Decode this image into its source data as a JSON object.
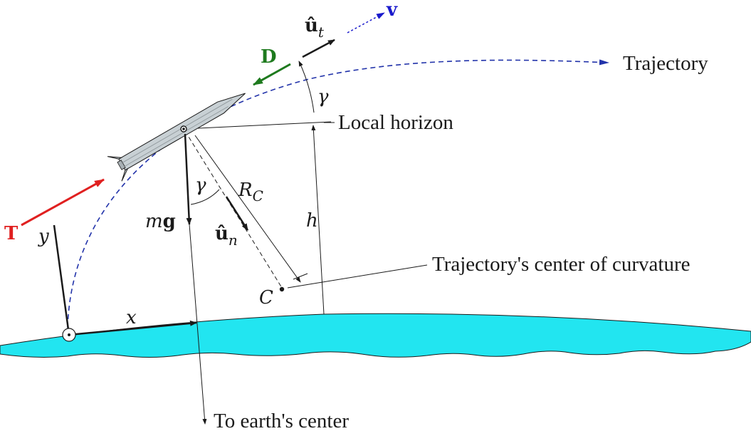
{
  "labels": {
    "trajectory": "Trajectory",
    "local_horizon": "Local horizon",
    "center_of_curvature": "Trajectory's center of curvature",
    "to_earth_center": "To earth's center",
    "velocity": "v",
    "drag": "D",
    "thrust": "T",
    "unit_tangent_base": "û",
    "unit_tangent_sub": "t",
    "unit_normal_base": "û",
    "unit_normal_sub": "n",
    "weight_m": "m",
    "weight_g": "g",
    "gamma_top": "γ",
    "gamma_bottom": "γ",
    "radius_base": "R",
    "radius_sub": "C",
    "altitude": "h",
    "center_point": "C",
    "axis_x": "x",
    "axis_y": "y"
  },
  "colors": {
    "thrust": "#e02020",
    "drag": "#1e7a1e",
    "velocity": "#1a1acc",
    "trajectory": "#2233aa",
    "earth": "#22e5f0",
    "rocket_body": "#c8d0d4",
    "line": "#1a1a1a"
  }
}
